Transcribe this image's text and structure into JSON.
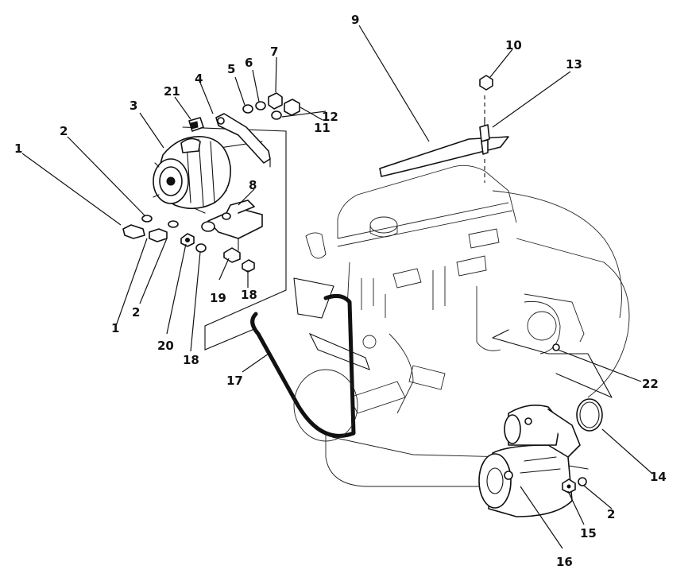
{
  "diagram": {
    "parts": [
      {
        "id": "p1a",
        "label": "1",
        "part": "bolt"
      },
      {
        "id": "p1b",
        "label": "1",
        "part": "bolt"
      },
      {
        "id": "p2a",
        "label": "2",
        "part": "lock-washer"
      },
      {
        "id": "p2b",
        "label": "2",
        "part": "lock-washer"
      },
      {
        "id": "p2c",
        "label": "2",
        "part": "lock-washer"
      },
      {
        "id": "p3",
        "label": "3",
        "part": "alternator"
      },
      {
        "id": "p4",
        "label": "4",
        "part": "adjusting-bracket"
      },
      {
        "id": "p5",
        "label": "5",
        "part": "washer"
      },
      {
        "id": "p6",
        "label": "6",
        "part": "lock-washer"
      },
      {
        "id": "p7",
        "label": "7",
        "part": "bolt"
      },
      {
        "id": "p8",
        "label": "8",
        "part": "mounting-bracket"
      },
      {
        "id": "p9",
        "label": "9",
        "part": "gasket"
      },
      {
        "id": "p10",
        "label": "10",
        "part": "nut"
      },
      {
        "id": "p11",
        "label": "11",
        "part": "washer"
      },
      {
        "id": "p12",
        "label": "12",
        "part": "nut"
      },
      {
        "id": "p13",
        "label": "13",
        "part": "glow-plug"
      },
      {
        "id": "p14",
        "label": "14",
        "part": "o-ring"
      },
      {
        "id": "p15",
        "label": "15",
        "part": "nut"
      },
      {
        "id": "p16",
        "label": "16",
        "part": "starter-motor"
      },
      {
        "id": "p17",
        "label": "17",
        "part": "v-belt"
      },
      {
        "id": "p18a",
        "label": "18",
        "part": "nut"
      },
      {
        "id": "p18b",
        "label": "18",
        "part": "washer"
      },
      {
        "id": "p19",
        "label": "19",
        "part": "bolt"
      },
      {
        "id": "p20",
        "label": "20",
        "part": "nut"
      },
      {
        "id": "p21",
        "label": "21",
        "part": "connector"
      },
      {
        "id": "p22",
        "label": "22",
        "part": "stud"
      }
    ]
  }
}
